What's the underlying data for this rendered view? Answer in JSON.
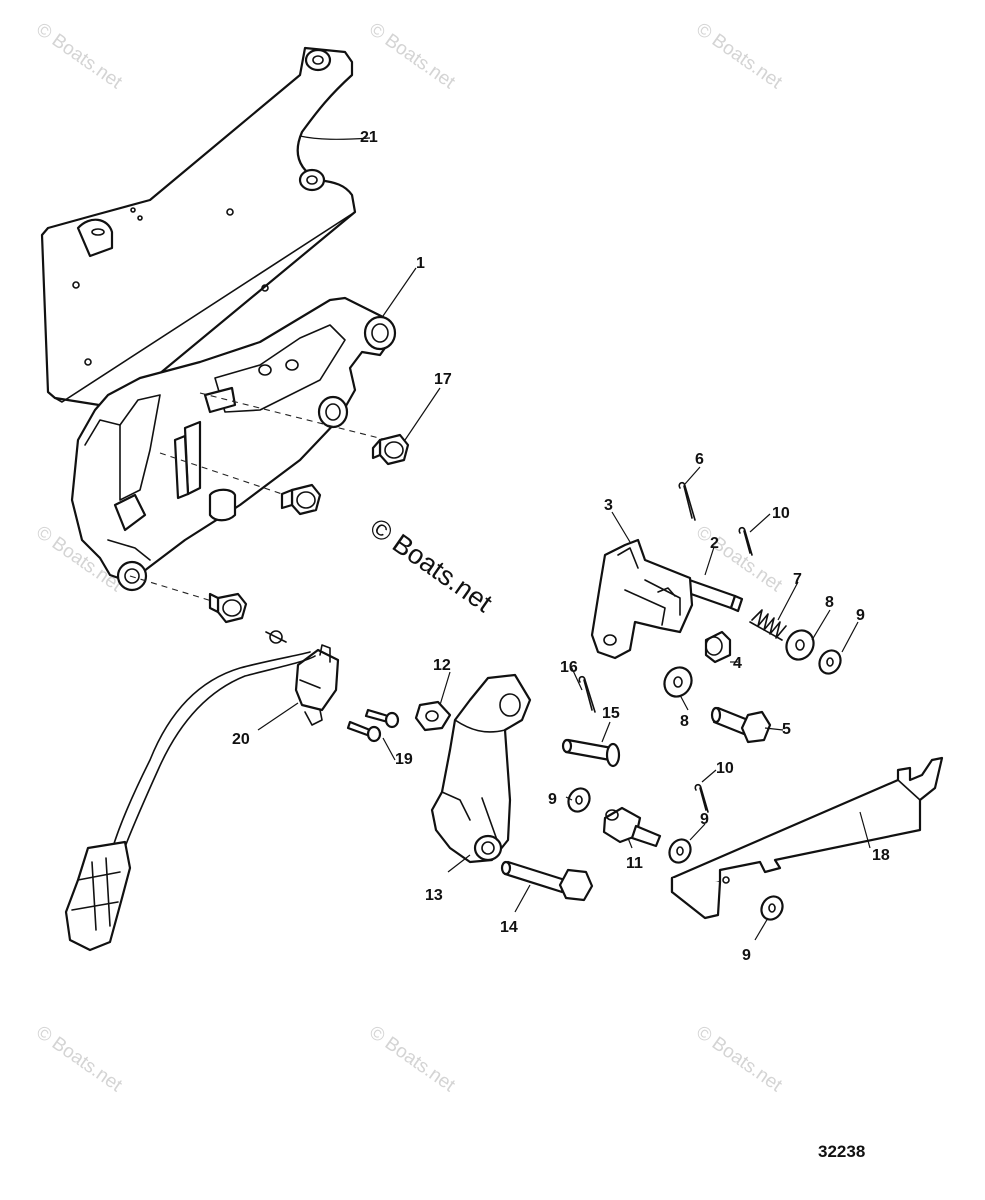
{
  "watermark": "© Boats.net",
  "reference_number": "32238",
  "callouts": {
    "c1": "1",
    "c2": "2",
    "c3": "3",
    "c4": "4",
    "c5": "5",
    "c6": "6",
    "c7": "7",
    "c8a": "8",
    "c8b": "8",
    "c9a": "9",
    "c9b": "9",
    "c9c": "9",
    "c9d": "9",
    "c10a": "10",
    "c10b": "10",
    "c11": "11",
    "c12": "12",
    "c13": "13",
    "c14": "14",
    "c15": "15",
    "c16": "16",
    "c17": "17",
    "c18": "18",
    "c19": "19",
    "c20": "20",
    "c21": "21"
  }
}
